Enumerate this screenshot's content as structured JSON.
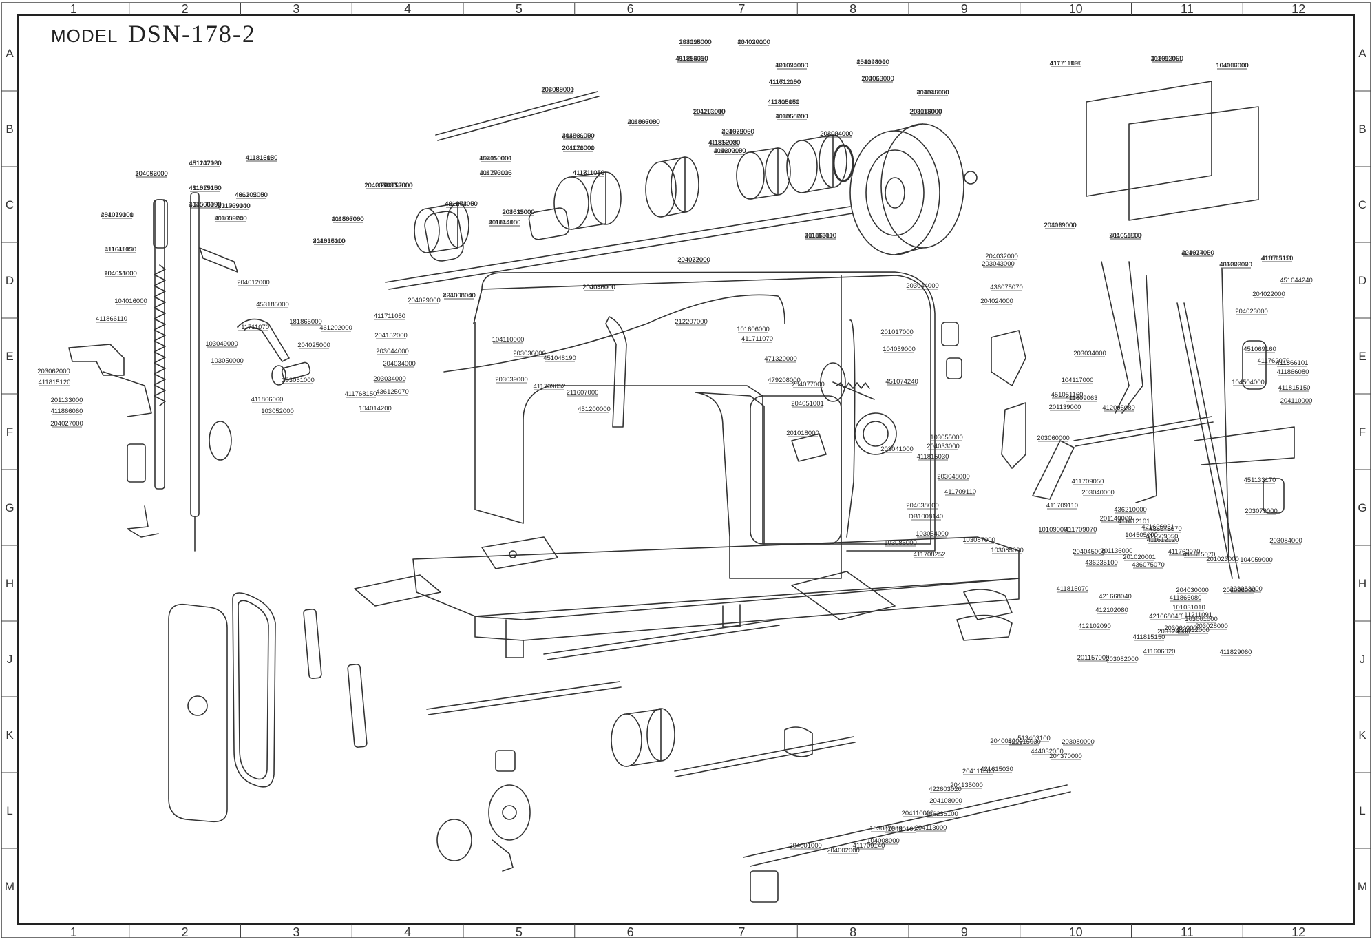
{
  "title": {
    "label": "MODEL",
    "model": "DSN-178-2"
  },
  "grid": {
    "columns": [
      "1",
      "2",
      "3",
      "4",
      "5",
      "6",
      "7",
      "8",
      "9",
      "10",
      "11",
      "12"
    ],
    "rows": [
      "A",
      "B",
      "C",
      "D",
      "E",
      "F",
      "G",
      "H",
      "J",
      "K",
      "L",
      "M"
    ]
  },
  "parts": [
    "133098000",
    "434020100",
    "411815050",
    "103090000",
    "411711080",
    "103089000",
    "104201010",
    "411815150",
    "411866280",
    "451294310",
    "203015000",
    "411815150",
    "203016000",
    "417711090",
    "103093000",
    "104007000",
    "204007000",
    "411866050",
    "204062000",
    "204076000",
    "4 1815000",
    "104202000",
    "203024000",
    "104116000",
    "411770100",
    "411711070",
    "104075000",
    "481147120",
    "411815030",
    "411815150",
    "411868190",
    "461202000",
    "201039000",
    "204057000",
    "461202000",
    "204511000",
    "411815150",
    "204019000",
    "311645130",
    "104018000",
    "411866060",
    "204036000",
    "204037000",
    "204035000",
    "411866110",
    "204119000",
    "204058000",
    "204017000",
    "436075070",
    "411815150",
    "204060000",
    "203059000",
    "421668040",
    "204012000",
    "453185000",
    "204029000",
    "411711050",
    "461202000",
    "204025000",
    "203044000",
    "204032000",
    "203043000",
    "436075070",
    "204024000",
    "451044240",
    "204023000",
    "204022000",
    "104016000",
    "411866110",
    "203062000",
    "411815120",
    "201133000",
    "411866060",
    "204027000",
    "103049000",
    "103050000",
    "411711070",
    "411866060",
    "103052000",
    "181865000",
    "103051000",
    "204152000",
    "203044000",
    "204034000",
    "203036000",
    "203039000",
    "203034000",
    "436125070",
    "411768150",
    "411709052",
    "104014200",
    "211607000",
    "451200000",
    "104110000",
    "451048190",
    "212207000",
    "411711070",
    "101606000",
    "471320000",
    "479208000",
    "204077000",
    "204051001",
    "201018000",
    "201017000",
    "104059000",
    "451074240",
    "204110000",
    "411815150",
    "411866080",
    "411866101",
    "411762070",
    "451069160",
    "104504000",
    "104117000",
    "451051160",
    "201139000",
    "203060000",
    "412095080",
    "203034000",
    "411609063",
    "204033000",
    "203041000",
    "411815030",
    "203048000",
    "411709110",
    "103055000",
    "411709050",
    "203040000",
    "204038000",
    "DB1008140",
    "103054000",
    "103086000",
    "411708252",
    "103087000",
    "103085000",
    "101090000",
    "411709110",
    "421606031",
    "201020001",
    "411509050",
    "411815070",
    "451133170",
    "203079000",
    "201023000",
    "203083000",
    "411829060",
    "203084000",
    "104059000",
    "203096000",
    "203028000",
    "411211091",
    "203064000",
    "411612101",
    "436210000",
    "436075070",
    "411612120",
    "411762070",
    "436075070",
    "201136000",
    "204045000",
    "201140000",
    "411709070",
    "436235100",
    "411815070",
    "412102080",
    "421668040",
    "412102090",
    "421668040",
    "203124000",
    "411815150",
    "104505000",
    "204030000",
    "411866080",
    "101031010",
    "103001000",
    "201032000",
    "411606020",
    "203082000",
    "201157000",
    "203080000",
    "204370000",
    "513403100",
    "444032050",
    "421615030",
    "204003000",
    "421615030",
    "204111000",
    "204135000",
    "422603020",
    "204108000",
    "436235100",
    "204110000",
    "204113000",
    "416430100",
    "103002000",
    "104008000",
    "411709140",
    "204002000",
    "204001000",
    "204115000",
    "204039000",
    "451254310",
    "421674050",
    "411612100",
    "204068001",
    "201113000",
    "411408061",
    "103058000",
    "204048000",
    "104063000",
    "204040000",
    "201113000",
    "411711131",
    "411611051",
    "104116000",
    "411866080",
    "204031000",
    "421679050",
    "201121001",
    "411852080",
    "411609150",
    "204004000",
    "452050001",
    "104203015",
    "411811040",
    "204052000",
    "451202000",
    "411815150",
    "481079100",
    "104506000",
    "436105050",
    "411709140",
    "201113000",
    "421674050",
    "203035000",
    "201144000",
    "481079101",
    "411611050",
    "204051000",
    "104507000",
    "411815110",
    "204072000",
    "104206000",
    "201113000",
    "201061000",
    "411611100",
    "421674050",
    "461202000",
    "418711111",
    "204046000",
    "411609240",
    "204005000"
  ]
}
